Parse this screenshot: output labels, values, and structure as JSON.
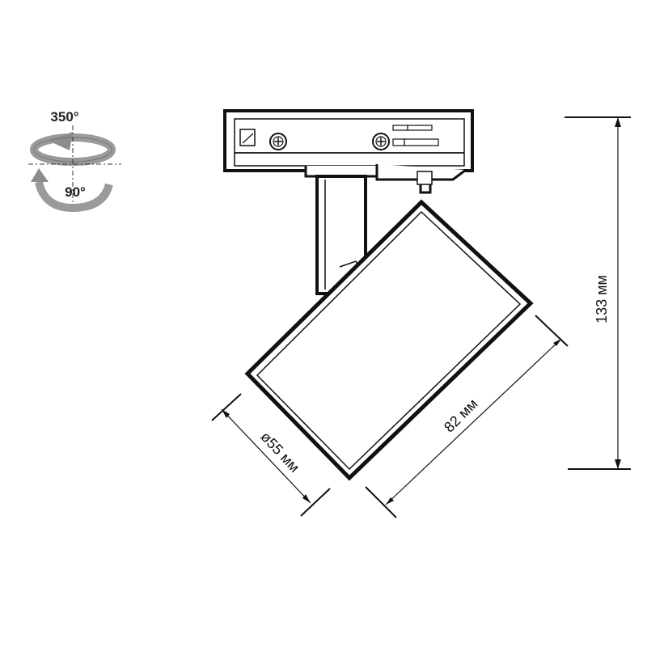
{
  "rotation": {
    "horizontal_label": "350°",
    "vertical_label": "90°",
    "arrow_color": "#8c8c8c"
  },
  "dimensions": {
    "diameter_label": "ø55 мм",
    "length_label": "82 мм",
    "height_label": "133 мм"
  },
  "colors": {
    "line": "#111111",
    "background": "#ffffff"
  }
}
